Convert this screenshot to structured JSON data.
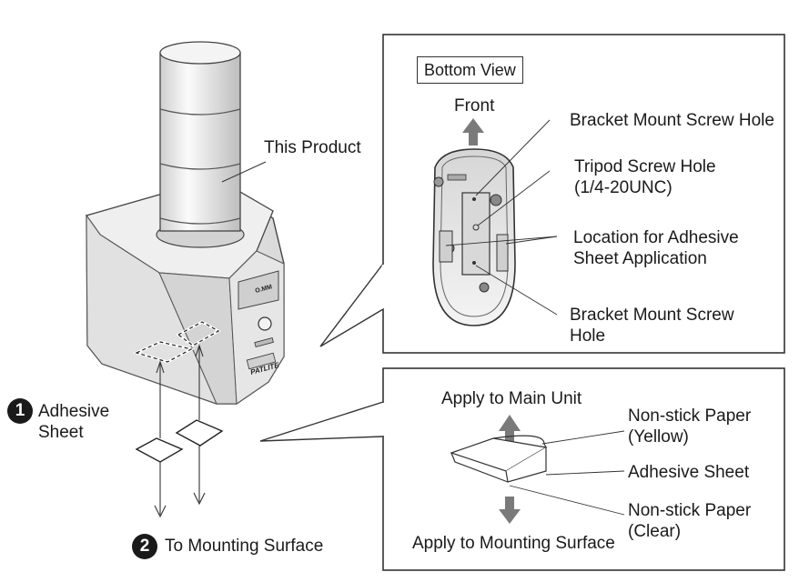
{
  "product_label": "This Product",
  "device_badge": "O.MM",
  "device_brand": "PATLITE",
  "bottom_view": {
    "title": "Bottom View",
    "front": "Front",
    "bracket_hole_top": "Bracket Mount Screw Hole",
    "tripod_hole_line1": "Tripod Screw Hole",
    "tripod_hole_line2": "(1/4-20UNC)",
    "adhesive_location_line1": "Location for Adhesive",
    "adhesive_location_line2": "Sheet Application",
    "bracket_hole_bottom_line1": "Bracket Mount Screw",
    "bracket_hole_bottom_line2": "Hole"
  },
  "sheet_detail": {
    "apply_main": "Apply to Main Unit",
    "paper_yellow_line1": "Non-stick Paper",
    "paper_yellow_line2": "(Yellow)",
    "adhesive_sheet": "Adhesive Sheet",
    "paper_clear_line1": "Non-stick Paper",
    "paper_clear_line2": "(Clear)",
    "apply_surface": "Apply to Mounting Surface"
  },
  "steps": [
    {
      "number": "1",
      "line1": "Adhesive",
      "line2": "Sheet"
    },
    {
      "number": "2",
      "line1": "To Mounting Surface"
    }
  ],
  "colors": {
    "line": "#333333",
    "arrow_fill": "#7a7a7a",
    "device_body": "#e9e9e9"
  }
}
